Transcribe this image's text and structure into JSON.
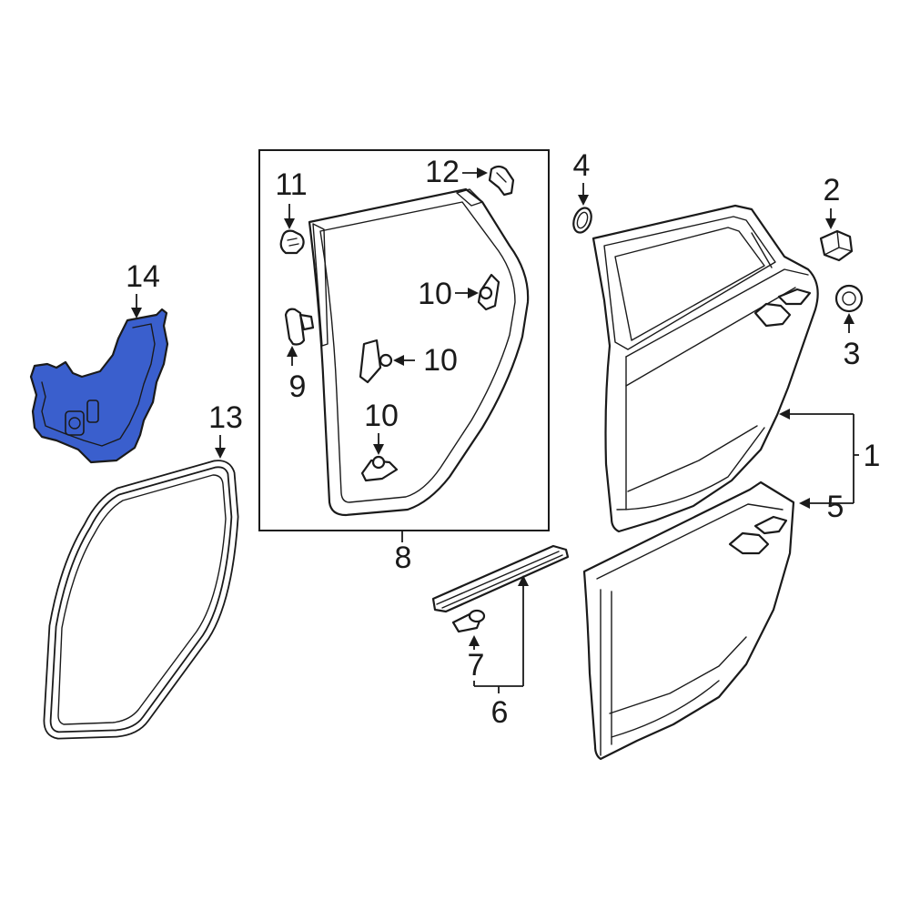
{
  "callouts": {
    "c1": "1",
    "c2": "2",
    "c3": "3",
    "c4": "4",
    "c5": "5",
    "c6": "6",
    "c7": "7",
    "c8": "8",
    "c9": "9",
    "c10a": "10",
    "c10b": "10",
    "c10c": "10",
    "c11": "11",
    "c12": "12",
    "c13": "13",
    "c14": "14"
  },
  "colors": {
    "highlight_fill": "#3a5fcd",
    "line": "#1a1a1a",
    "background": "#ffffff"
  },
  "highlighted_part": "14"
}
